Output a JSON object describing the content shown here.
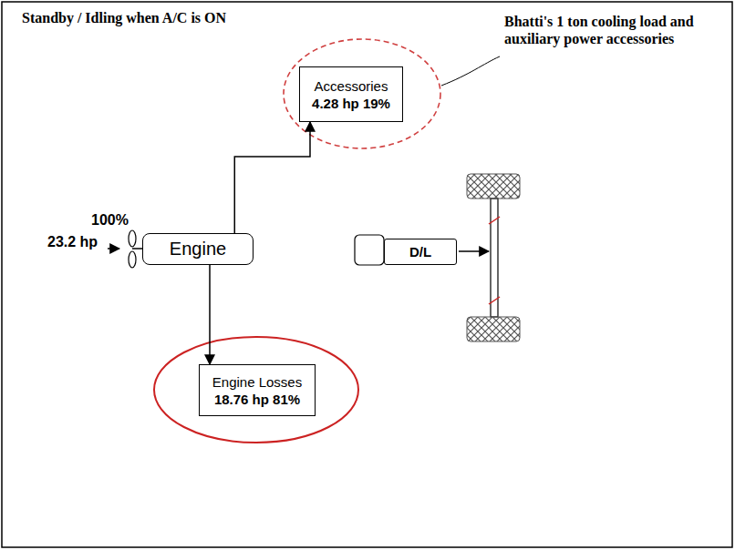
{
  "diagram": {
    "nodes": [
      {
        "text": [
          "Accessories",
          "4.28 hp 19%"
        ]
      },
      {
        "text": [
          "Engine"
        ]
      },
      {
        "text": [
          "D/L"
        ]
      },
      {
        "text": [
          "Engine Losses",
          "18.76 hp 81%"
        ]
      }
    ],
    "edges": [
      {
        "from": 1,
        "to": 0,
        "arrow": "to"
      },
      {
        "from": 1,
        "to": 3,
        "arrow": "to"
      }
    ],
    "labels": [
      "Standby / Idling when A/C is ON",
      "Bhatti's 1 ton cooling load and auxiliary power accessories",
      "100%",
      "23.2 hp"
    ]
  }
}
